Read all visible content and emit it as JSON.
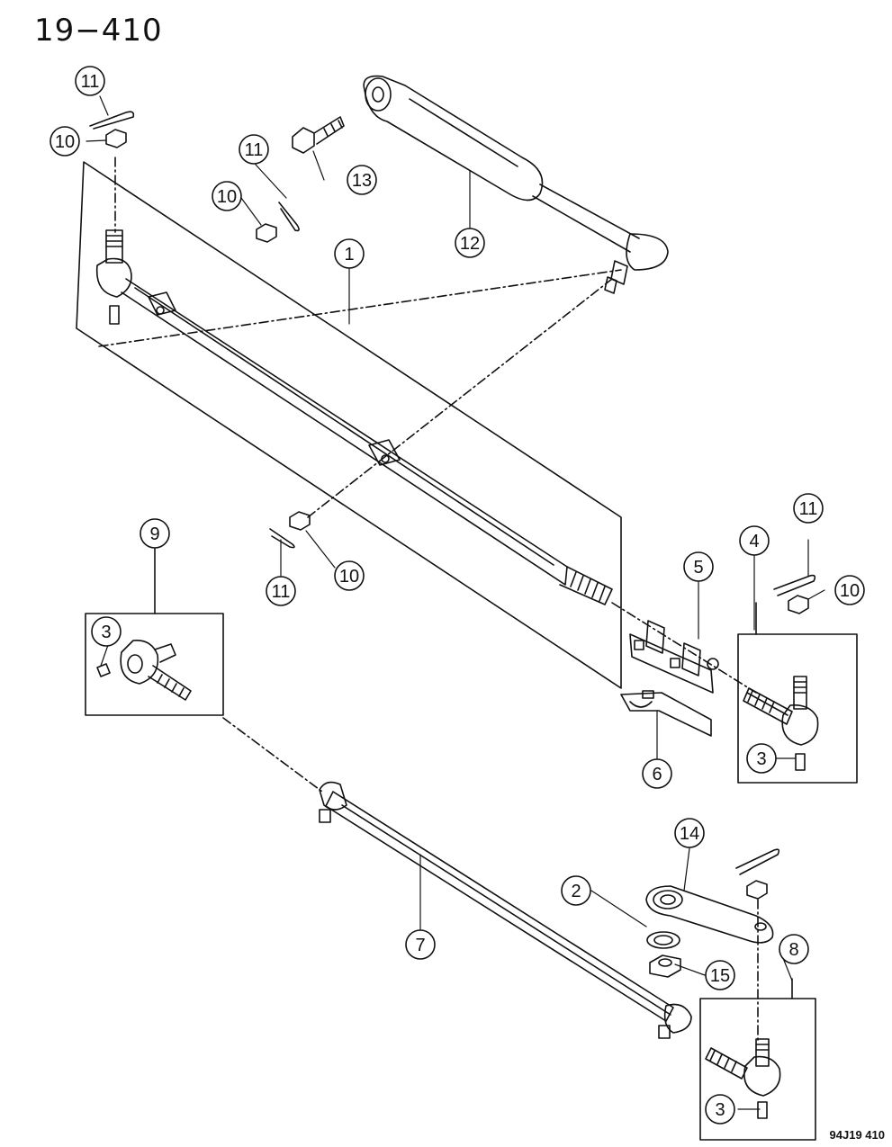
{
  "page_title": "19−410",
  "figure_code": "94J19 410",
  "callouts": [
    {
      "id": "c1",
      "label": "1"
    },
    {
      "id": "c2",
      "label": "2"
    },
    {
      "id": "c3a",
      "label": "3"
    },
    {
      "id": "c3b",
      "label": "3"
    },
    {
      "id": "c3c",
      "label": "3"
    },
    {
      "id": "c4",
      "label": "4"
    },
    {
      "id": "c5",
      "label": "5"
    },
    {
      "id": "c6",
      "label": "6"
    },
    {
      "id": "c7",
      "label": "7"
    },
    {
      "id": "c8",
      "label": "8"
    },
    {
      "id": "c9",
      "label": "9"
    },
    {
      "id": "c10a",
      "label": "10"
    },
    {
      "id": "c10b",
      "label": "10"
    },
    {
      "id": "c10c",
      "label": "10"
    },
    {
      "id": "c10d",
      "label": "10"
    },
    {
      "id": "c11a",
      "label": "11"
    },
    {
      "id": "c11b",
      "label": "11"
    },
    {
      "id": "c11c",
      "label": "11"
    },
    {
      "id": "c11d",
      "label": "11"
    },
    {
      "id": "c12",
      "label": "12"
    },
    {
      "id": "c13",
      "label": "13"
    },
    {
      "id": "c14",
      "label": "14"
    },
    {
      "id": "c15",
      "label": "15"
    }
  ]
}
